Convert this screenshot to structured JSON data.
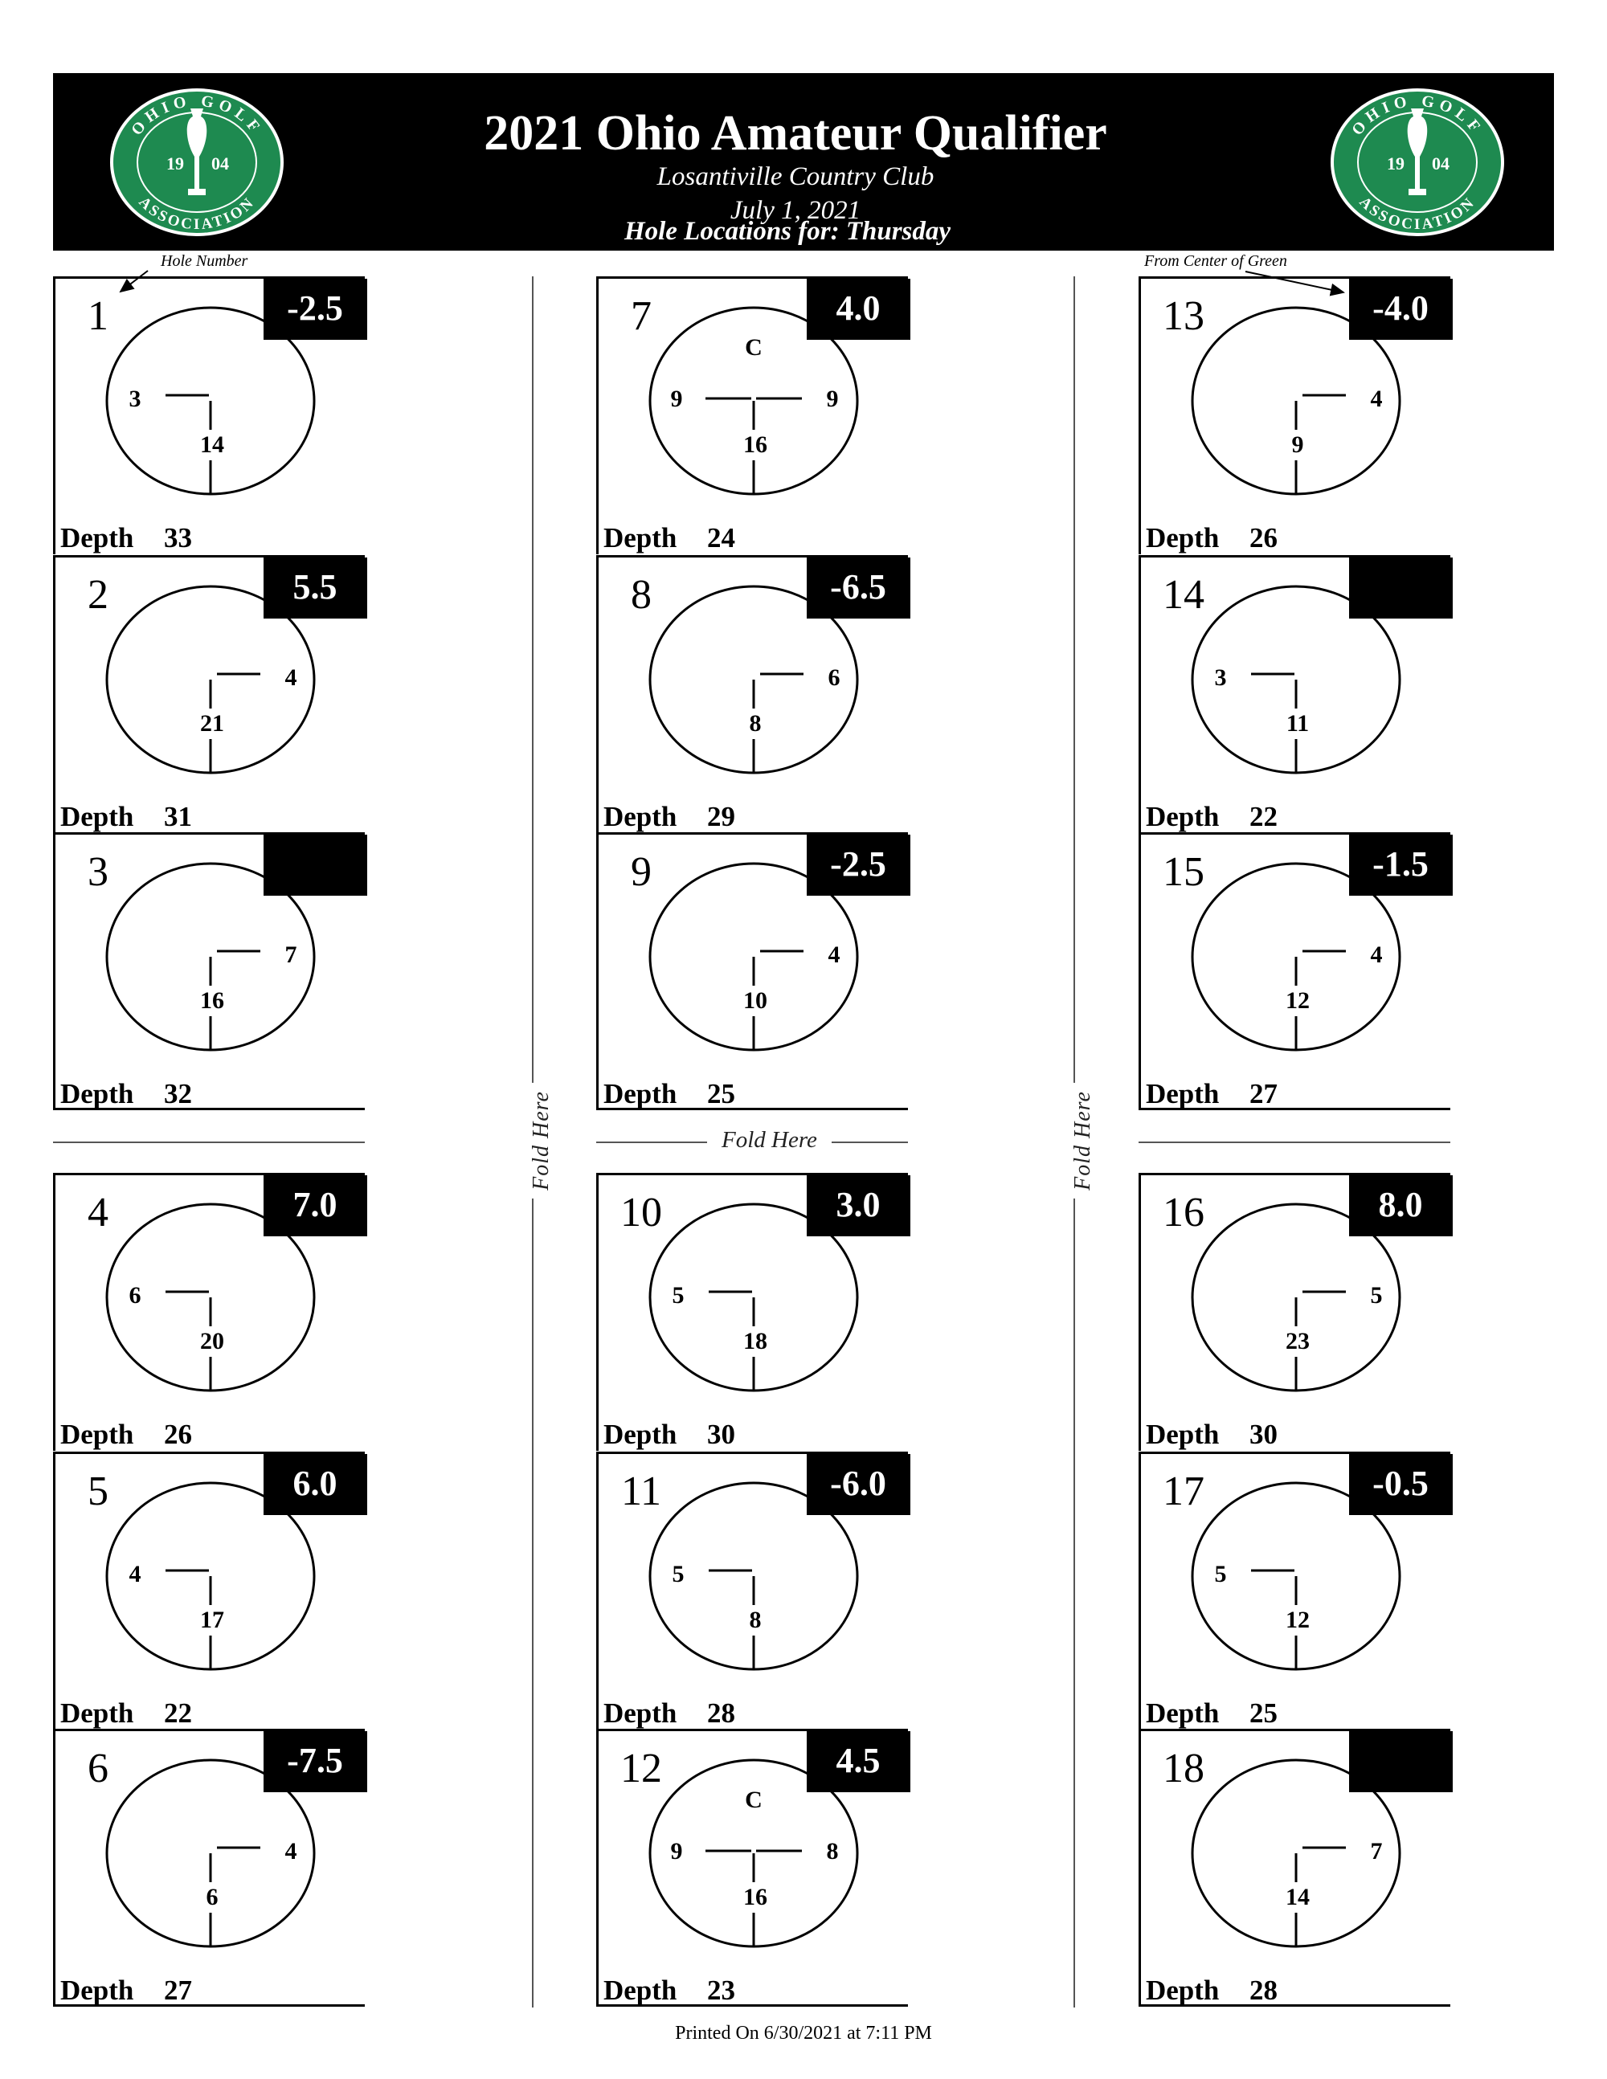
{
  "header": {
    "title": "2021 Ohio Amateur Qualifier",
    "course": "Losantiville Country Club",
    "date": "July 1, 2021",
    "locations_for": "Hole Locations for:  Thursday",
    "logo_text": {
      "top": "OHIO GOLF",
      "bottom": "ASSOCIATION",
      "year_left": "19",
      "year_right": "04"
    }
  },
  "annotations": {
    "hole_number": "Hole Number",
    "from_center": "From Center of Green"
  },
  "fold_label": "Fold Here",
  "depth_label": "Depth",
  "colors": {
    "logo_green": "#1e8a50",
    "box": "#000000"
  },
  "holes": [
    {
      "number": "1",
      "offset": "-2.5",
      "depth": "33",
      "left": "3",
      "right": "",
      "down": "14",
      "center": ""
    },
    {
      "number": "2",
      "offset": "5.5",
      "depth": "31",
      "left": "",
      "right": "4",
      "down": "21",
      "center": ""
    },
    {
      "number": "3",
      "offset": "",
      "depth": "32",
      "left": "",
      "right": "7",
      "down": "16",
      "center": ""
    },
    {
      "number": "4",
      "offset": "7.0",
      "depth": "26",
      "left": "6",
      "right": "",
      "down": "20",
      "center": ""
    },
    {
      "number": "5",
      "offset": "6.0",
      "depth": "22",
      "left": "4",
      "right": "",
      "down": "17",
      "center": ""
    },
    {
      "number": "6",
      "offset": "-7.5",
      "depth": "27",
      "left": "",
      "right": "4",
      "down": "6",
      "center": ""
    },
    {
      "number": "7",
      "offset": "4.0",
      "depth": "24",
      "left": "9",
      "right": "9",
      "down": "16",
      "center": "C"
    },
    {
      "number": "8",
      "offset": "-6.5",
      "depth": "29",
      "left": "",
      "right": "6",
      "down": "8",
      "center": ""
    },
    {
      "number": "9",
      "offset": "-2.5",
      "depth": "25",
      "left": "",
      "right": "4",
      "down": "10",
      "center": ""
    },
    {
      "number": "10",
      "offset": "3.0",
      "depth": "30",
      "left": "5",
      "right": "",
      "down": "18",
      "center": ""
    },
    {
      "number": "11",
      "offset": "-6.0",
      "depth": "28",
      "left": "5",
      "right": "",
      "down": "8",
      "center": ""
    },
    {
      "number": "12",
      "offset": "4.5",
      "depth": "23",
      "left": "9",
      "right": "8",
      "down": "16",
      "center": "C"
    },
    {
      "number": "13",
      "offset": "-4.0",
      "depth": "26",
      "left": "",
      "right": "4",
      "down": "9",
      "center": ""
    },
    {
      "number": "14",
      "offset": "",
      "depth": "22",
      "left": "3",
      "right": "",
      "down": "11",
      "center": ""
    },
    {
      "number": "15",
      "offset": "-1.5",
      "depth": "27",
      "left": "",
      "right": "4",
      "down": "12",
      "center": ""
    },
    {
      "number": "16",
      "offset": "8.0",
      "depth": "30",
      "left": "",
      "right": "5",
      "down": "23",
      "center": ""
    },
    {
      "number": "17",
      "offset": "-0.5",
      "depth": "25",
      "left": "5",
      "right": "",
      "down": "12",
      "center": ""
    },
    {
      "number": "18",
      "offset": "",
      "depth": "28",
      "left": "",
      "right": "7",
      "down": "14",
      "center": ""
    }
  ],
  "footer": "Printed On 6/30/2021 at 7:11 PM"
}
